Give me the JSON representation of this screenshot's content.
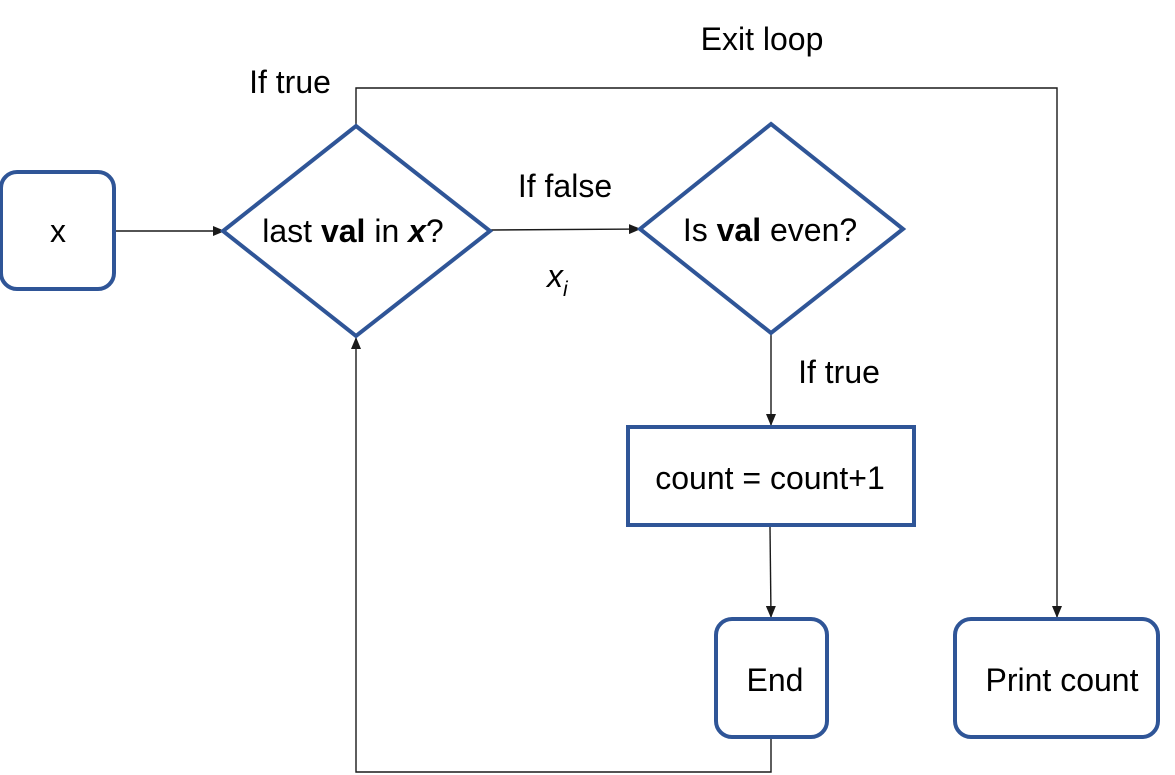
{
  "colors": {
    "shape_stroke": "#2f5597",
    "connector": "#1a1a1a",
    "text": "#000000",
    "background": "#ffffff"
  },
  "nodes": {
    "input": {
      "label": "x"
    },
    "loop_check": {
      "pre": "last ",
      "bold": "val",
      "mid": " in ",
      "bold_italic": "x",
      "post": "?"
    },
    "even_check": {
      "pre": "Is ",
      "bold": "val",
      "post": " even?"
    },
    "increment": {
      "label": "count = count+1"
    },
    "end": {
      "label": "End"
    },
    "print": {
      "label": "Print count"
    }
  },
  "edge_labels": {
    "exit_loop": "Exit loop",
    "if_true_top": "If true",
    "if_false": "If false",
    "xi_base": "x",
    "xi_sub": "i",
    "if_true_even": "If true"
  }
}
